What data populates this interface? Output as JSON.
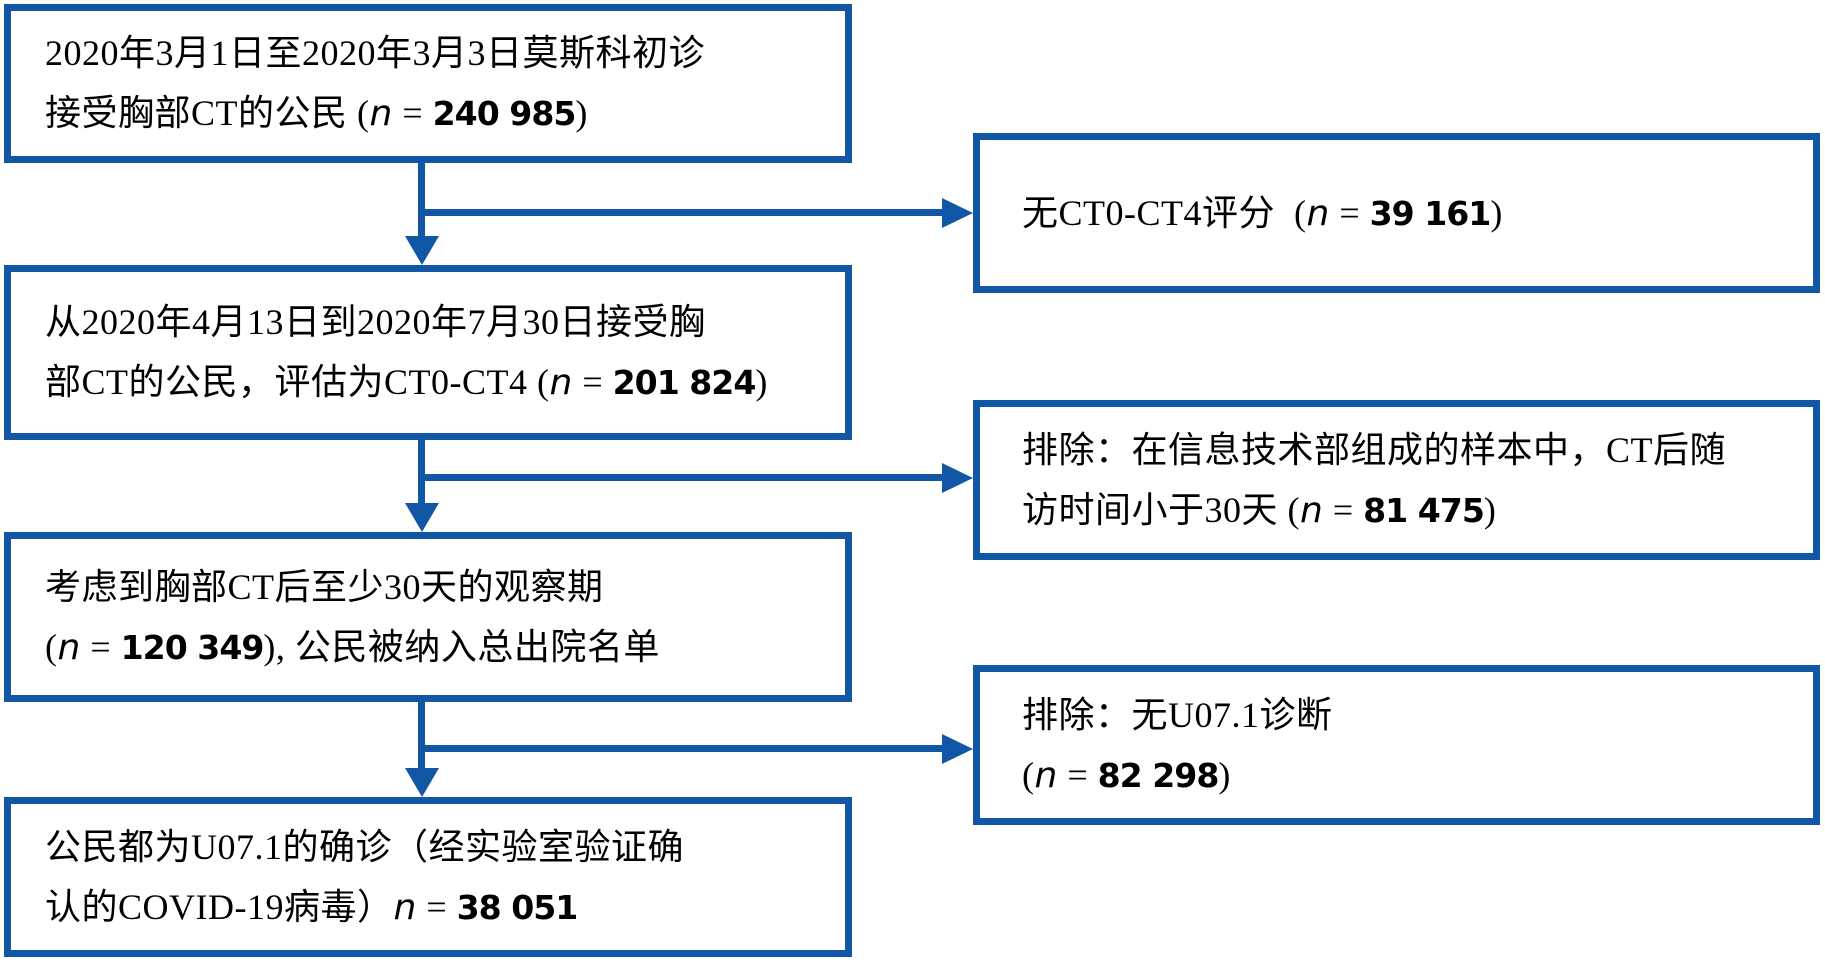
{
  "diagram": {
    "type": "flowchart",
    "language": "zh",
    "colors": {
      "accent": "#1257A6",
      "text": "#000000",
      "background": "#FFFFFF"
    },
    "main_boxes": [
      {
        "name": "initial-ct-cohort",
        "lines": [
          "2020年3月1日至2020年3月3日莫斯科初诊",
          "接受胸部CT的公民 (n = 240 985)"
        ],
        "n": "240 985"
      },
      {
        "name": "ct0-ct4-scored-cohort",
        "lines": [
          "从2020年4月13日到2020年7月30日接受胸",
          "部CT的公民，评估为CT0-CT4 (n = 201 824)"
        ],
        "n": "201 824"
      },
      {
        "name": "observation-period-cohort",
        "lines": [
          "考虑到胸部CT后至少30天的观察期",
          "(n = 120 349), 公民被纳入总出院名单"
        ],
        "n": "120 349"
      },
      {
        "name": "confirmed-covid-cohort",
        "lines": [
          "公民都为U07.1的确诊（经实验室验证确",
          "认的COVID-19病毒）n = 38 051"
        ],
        "n": "38 051"
      }
    ],
    "exclusion_boxes": [
      {
        "name": "excluded-no-ct-score",
        "lines": [
          "无CT0-CT4评分  (n = 39 161)"
        ],
        "n": "39 161"
      },
      {
        "name": "excluded-short-followup",
        "lines": [
          "排除：在信息技术部组成的样本中，CT后随",
          "访时间小于30天 (n = 81 475)"
        ],
        "n": "81 475"
      },
      {
        "name": "excluded-no-u071-diagnosis",
        "lines": [
          "排除：无U07.1诊断",
          "(n = 82 298)"
        ],
        "n": "82 298"
      }
    ]
  }
}
